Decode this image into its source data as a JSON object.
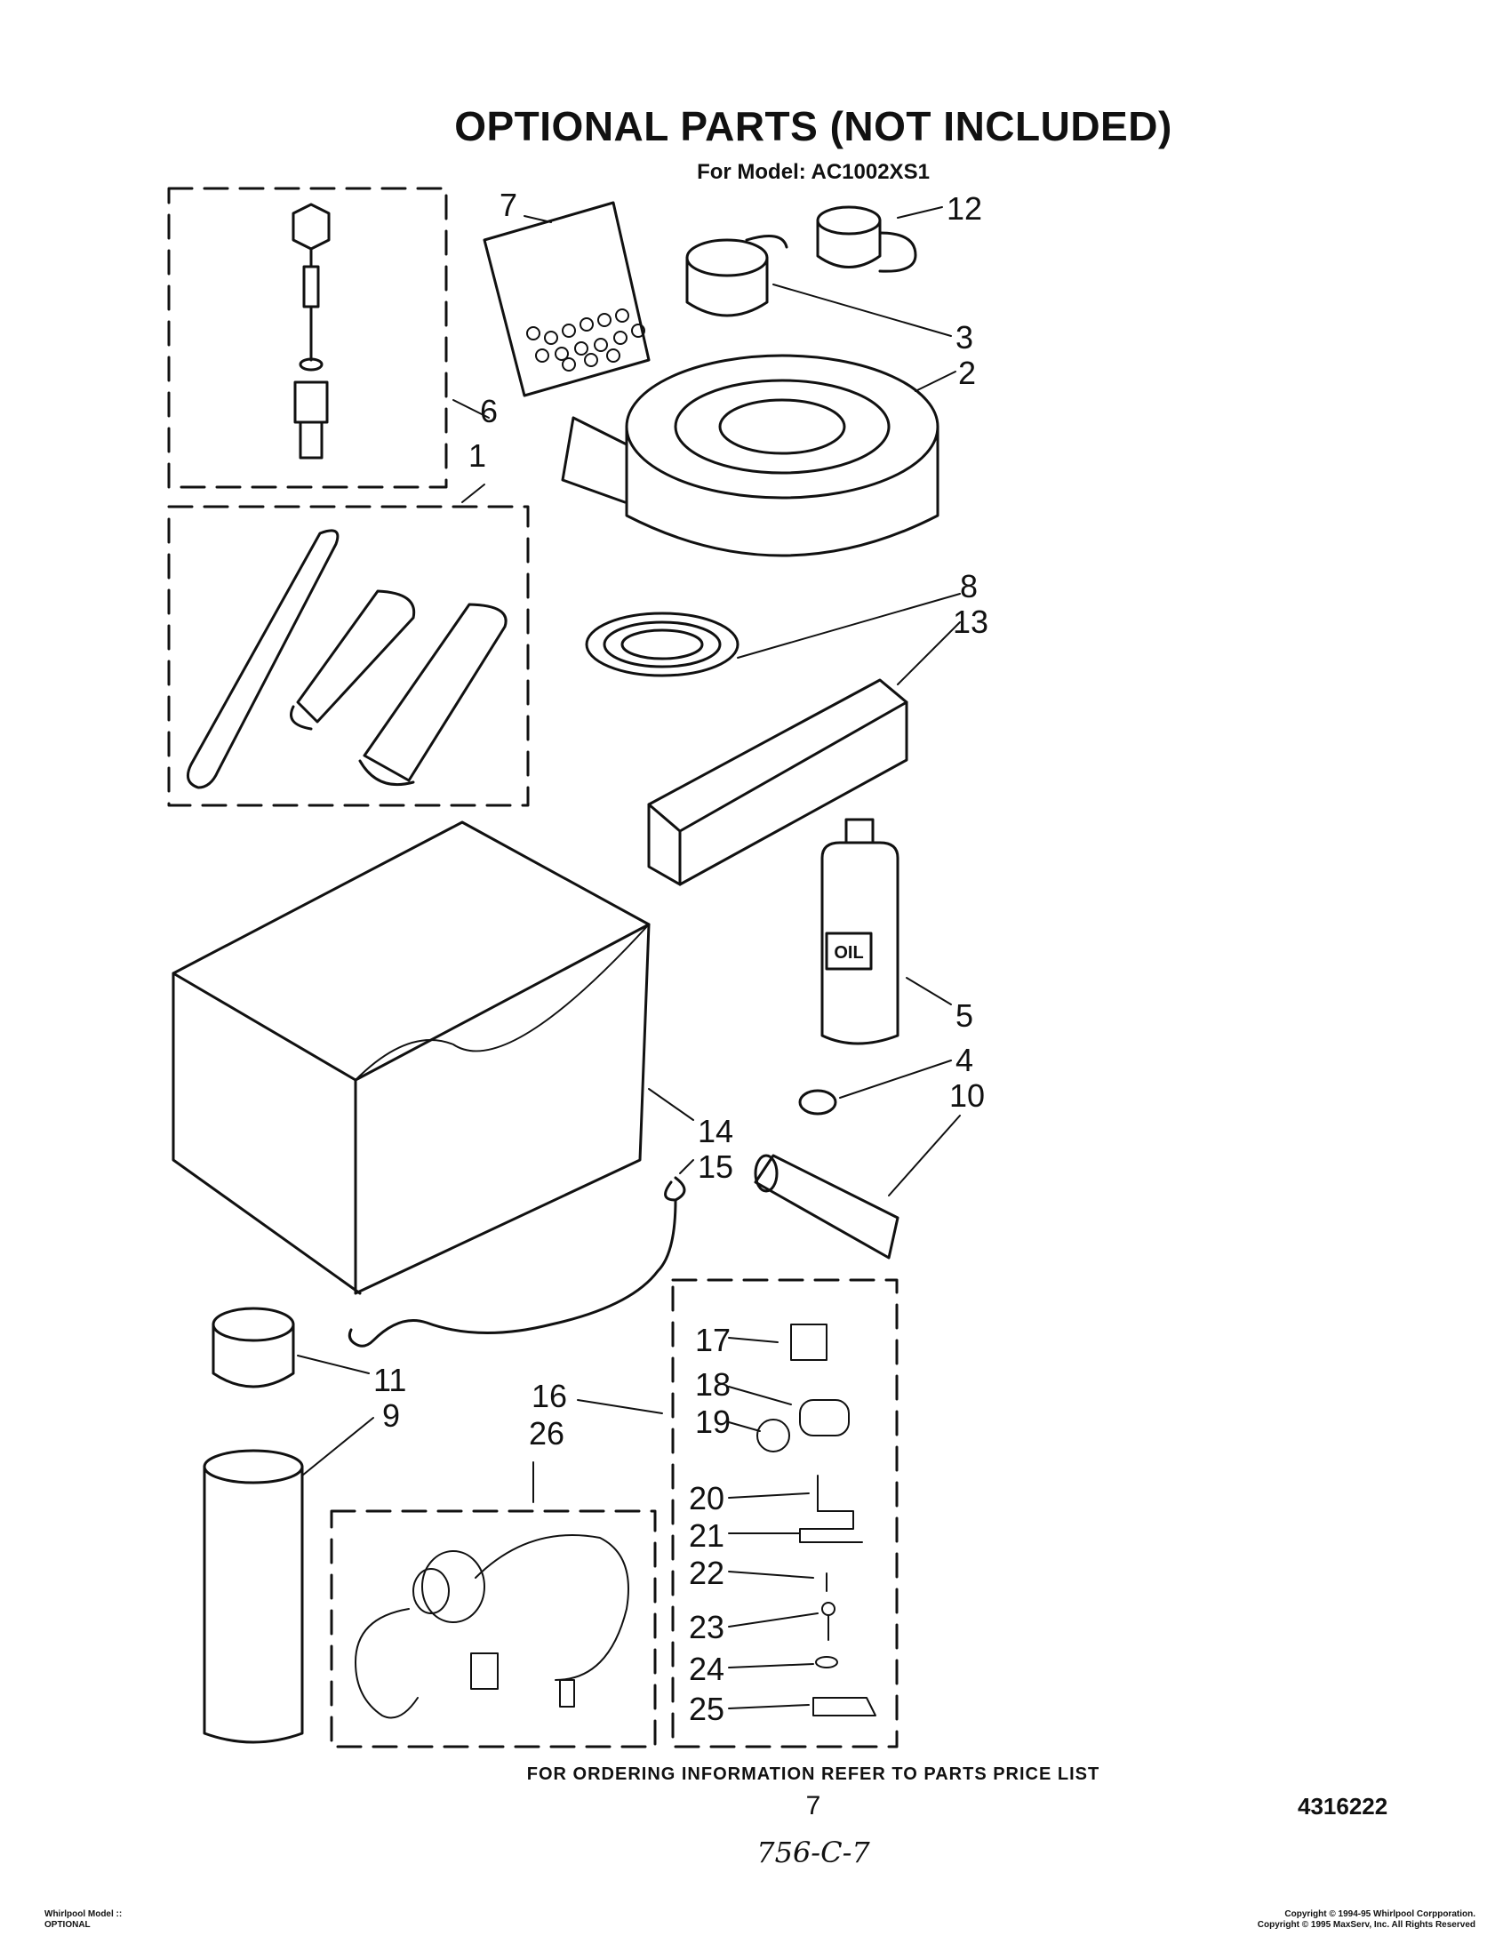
{
  "title": "OPTIONAL PARTS (NOT INCLUDED)",
  "subtitle": "For Model: AC1002XS1",
  "callouts": [
    "1",
    "2",
    "3",
    "4",
    "5",
    "6",
    "7",
    "8",
    "9",
    "10",
    "11",
    "12",
    "13",
    "14",
    "15",
    "16",
    "17",
    "18",
    "19",
    "20",
    "21",
    "22",
    "23",
    "24",
    "25",
    "26"
  ],
  "part_labels": {
    "oil_label": "OIL"
  },
  "order_note": "FOR ORDERING INFORMATION REFER TO PARTS PRICE LIST",
  "page_number": "7",
  "doc_number": "4316222",
  "handwritten": "756-C-7",
  "footer_left": [
    "Whirlpool Model ::",
    "OPTIONAL"
  ],
  "footer_right": [
    "Copyright © 1994-95 Whirlpool Corpporation.",
    "Copyright © 1995 MaxServ, Inc.  All Rights Reserved"
  ]
}
